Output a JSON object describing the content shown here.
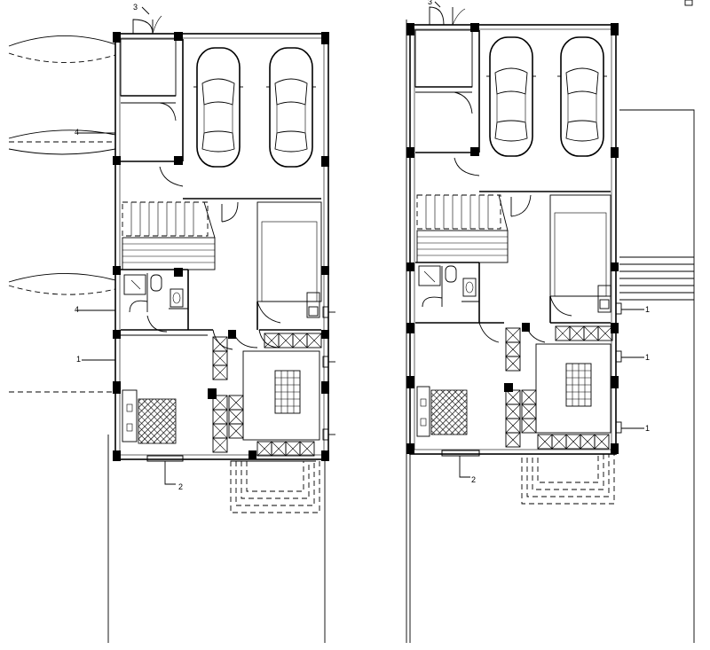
{
  "drawing": {
    "left_plan": {
      "markers": [
        "3",
        "4",
        "4",
        "1",
        "2"
      ]
    },
    "right_plan": {
      "markers": [
        "3",
        "1",
        "1",
        "1",
        "2"
      ]
    }
  }
}
